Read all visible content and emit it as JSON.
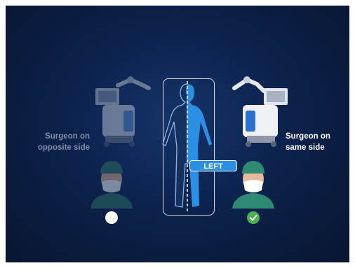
{
  "labels": {
    "opposite": "Surgeon on opposite side",
    "same": "Surgeon on same side",
    "side_tag": "LEFT"
  },
  "options": [
    {
      "name": "opposite-side",
      "selected": false
    },
    {
      "name": "same-side",
      "selected": true
    }
  ],
  "colors": {
    "background": "#0c2450",
    "accent": "#2b8fe3",
    "check": "#4caf50",
    "muted_text": "#7f8ea6"
  },
  "icons": [
    "robot-cart-icon",
    "surgeon-icon",
    "patient-body-icon",
    "checkmark-icon"
  ]
}
